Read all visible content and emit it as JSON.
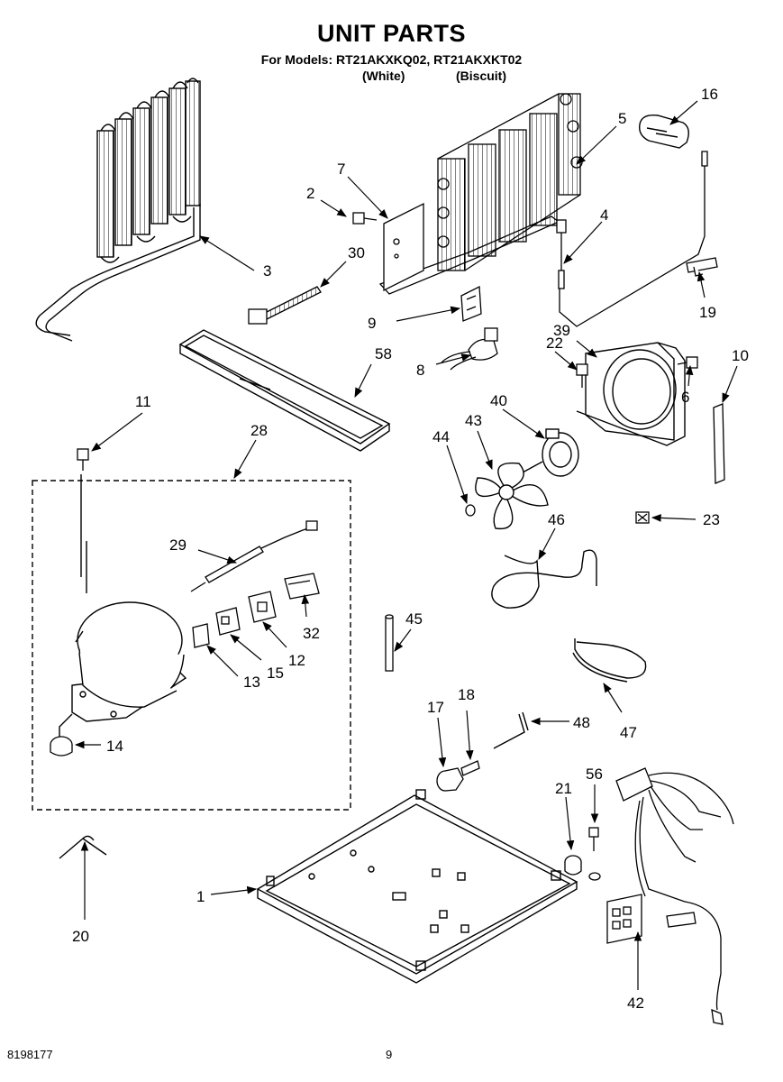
{
  "header": {
    "title": "UNIT PARTS",
    "models_line": "For Models: RT21AKXKQ02, RT21AKXKT02",
    "variant_white": "(White)",
    "variant_biscuit": "(Biscuit)"
  },
  "footer": {
    "doc_number": "8198177",
    "page_number": "9"
  },
  "callouts": {
    "c1": "1",
    "c2": "2",
    "c3": "3",
    "c4": "4",
    "c5": "5",
    "c6": "6",
    "c7": "7",
    "c8": "8",
    "c9": "9",
    "c10": "10",
    "c11": "11",
    "c12": "12",
    "c13": "13",
    "c14": "14",
    "c15": "15",
    "c16": "16",
    "c17": "17",
    "c18": "18",
    "c19": "19",
    "c20": "20",
    "c21": "21",
    "c22": "22",
    "c23": "23",
    "c28": "28",
    "c29": "29",
    "c30": "30",
    "c32": "32",
    "c39": "39",
    "c40": "40",
    "c42": "42",
    "c43": "43",
    "c44": "44",
    "c45": "45",
    "c46": "46",
    "c47": "47",
    "c48": "48",
    "c56": "56",
    "c58": "58"
  }
}
